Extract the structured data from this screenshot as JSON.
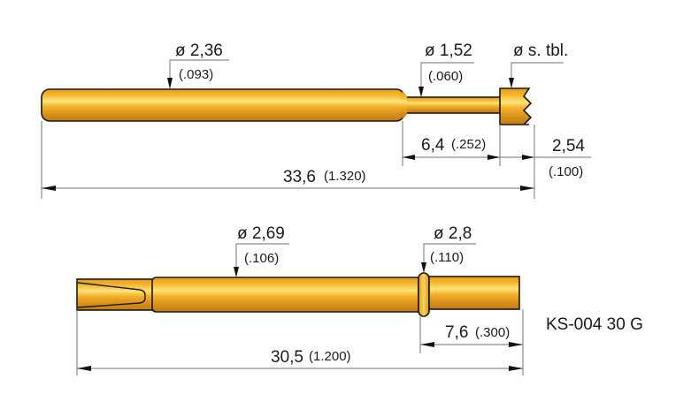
{
  "diagram": {
    "type": "technical drawing",
    "colors": {
      "gold_light": "#fde27a",
      "gold_mid": "#f6b62c",
      "gold_dark": "#d58f1a",
      "outline": "#1a1a1a",
      "dimension_line": "#8c8c8c"
    },
    "top_part": {
      "dia_main": {
        "metric": "ø 2,36",
        "inch": "(.093)"
      },
      "dia_neck": {
        "metric": "ø 1,52",
        "inch": "(.060)"
      },
      "dia_head": {
        "metric": "ø s. tbl."
      },
      "len_neck": {
        "metric": "6,4",
        "inch": "(.252)"
      },
      "len_head": {
        "metric": "2,54",
        "inch": "(.100)"
      },
      "len_total": {
        "metric": "33,6",
        "inch": "(1.320)"
      }
    },
    "bottom_part": {
      "dia_main": {
        "metric": "ø 2,69",
        "inch": "(.106)"
      },
      "dia_ring": {
        "metric": "ø 2,8",
        "inch": "(.110)"
      },
      "len_end": {
        "metric": "7,6",
        "inch": "(.300)"
      },
      "len_total": {
        "metric": "30,5",
        "inch": "(1.200)"
      },
      "part_number": "KS-004 30 G"
    }
  }
}
